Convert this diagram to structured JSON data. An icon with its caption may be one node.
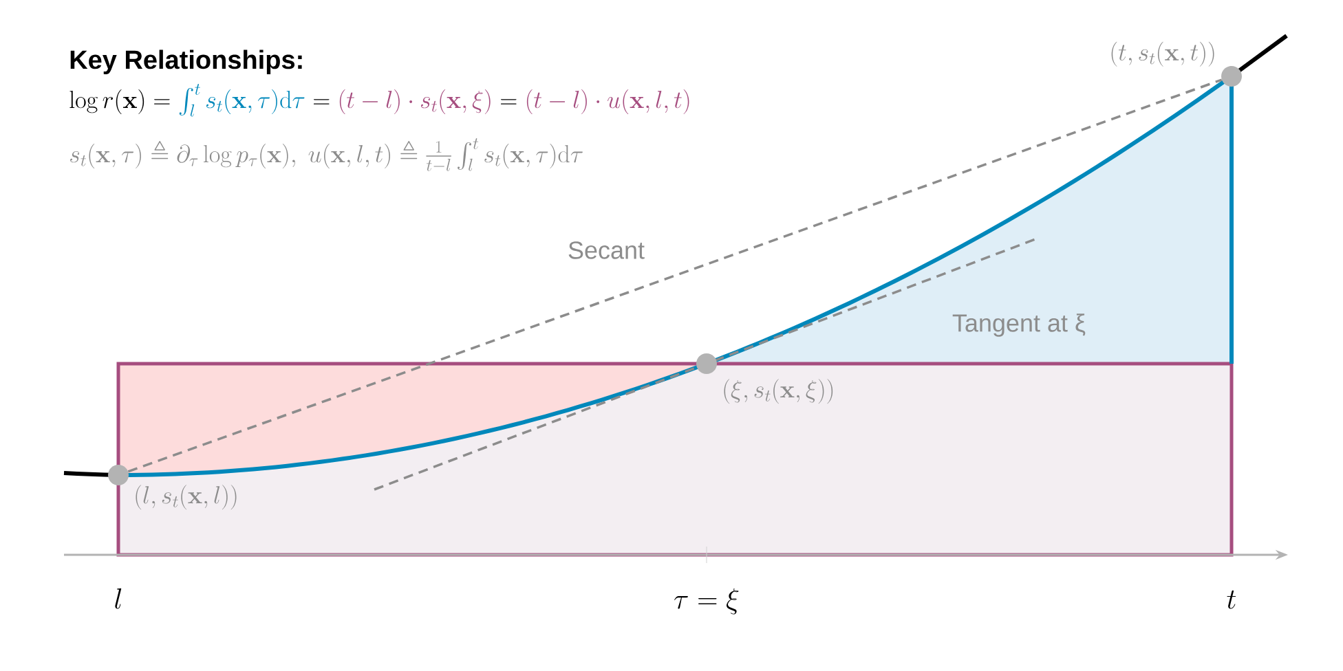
{
  "diagram": {
    "title": "Key Relationships:",
    "nodes": [
      {
        "text": [],
        "shape": "circle",
        "beside": [
          "(l, s_t(\\mathbf{x}, l))"
        ]
      },
      {
        "text": [],
        "shape": "circle",
        "beside": [
          "(\\xi, s_t(\\mathbf{x}, \\xi))"
        ]
      },
      {
        "text": [],
        "shape": "circle",
        "beside": [
          "(t, s_t(\\mathbf{x}, t))"
        ]
      }
    ],
    "edges": [
      {
        "from": 0,
        "to": 2,
        "arrow": "none",
        "style": "dashed"
      }
    ],
    "labels": [
      "\\log r(\\mathbf{x}) =",
      "\\int_l^t s_t(\\mathbf{x}, \\tau)\\mathrm{d}\\tau",
      "=",
      "(t-l)\\cdot s_t(\\mathbf{x}, \\xi)",
      "=",
      "(t-l)\\cdot u(\\mathbf{x}, l, t)",
      "s_t(\\mathbf{x}, \\tau) \\triangleq \\partial_\\tau \\log p_\\tau(\\mathbf{x}),\\ u(\\mathbf{x}, l, t) \\triangleq \\frac{1}{t-l}\\int_l^t s_t(\\mathbf{x}, \\tau)\\mathrm{d}\\tau",
      "Secant",
      "Tangent at ξ",
      "l",
      "\\tau = \\xi",
      "t"
    ]
  }
}
